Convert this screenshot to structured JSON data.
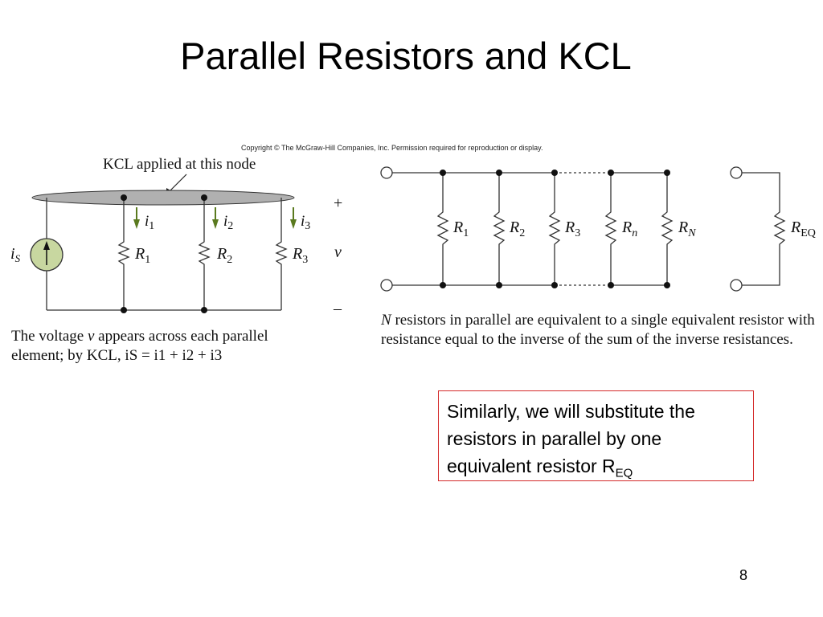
{
  "slide": {
    "title": "Parallel Resistors and KCL",
    "copyright": "Copyright © The McGraw-Hill Companies, Inc. Permission required for reproduction or display.",
    "page_number": "8"
  },
  "left_figure": {
    "node_label": "KCL applied at this node",
    "source_label": "i",
    "source_sub": "S",
    "currents": [
      {
        "name": "i",
        "sub": "1"
      },
      {
        "name": "i",
        "sub": "2"
      },
      {
        "name": "i",
        "sub": "3"
      }
    ],
    "resistors": [
      {
        "name": "R",
        "sub": "1"
      },
      {
        "name": "R",
        "sub": "2"
      },
      {
        "name": "R",
        "sub": "3"
      }
    ],
    "plus": "+",
    "voltage": "v",
    "minus": "–",
    "caption_line1_a": "The voltage ",
    "caption_line1_v": "v",
    "caption_line1_b": " appears across each parallel",
    "caption_line2_a": "element; by KCL, ",
    "caption_equation": "iS = i1 + i2 + i3"
  },
  "right_figure": {
    "resistors": [
      {
        "name": "R",
        "sub": "1"
      },
      {
        "name": "R",
        "sub": "2"
      },
      {
        "name": "R",
        "sub": "3"
      },
      {
        "name": "R",
        "sub": "n"
      },
      {
        "name": "R",
        "sub": "N"
      }
    ],
    "equivalent": {
      "name": "R",
      "sub": "EQ"
    },
    "caption_n": "N",
    "caption_rest": " resistors in parallel are equivalent to a single equivalent resistor with resistance equal to the inverse of the sum of the inverse resistances."
  },
  "callout": {
    "text": "Similarly, we will substitute the resistors in parallel by one equivalent resistor R",
    "sub": "EQ"
  },
  "colors": {
    "callout_border": "#d42a2a",
    "source_fill": "#c8d7a0",
    "node_ellipse": "#b0b0b0",
    "arrow_green": "#5a7a1f"
  }
}
